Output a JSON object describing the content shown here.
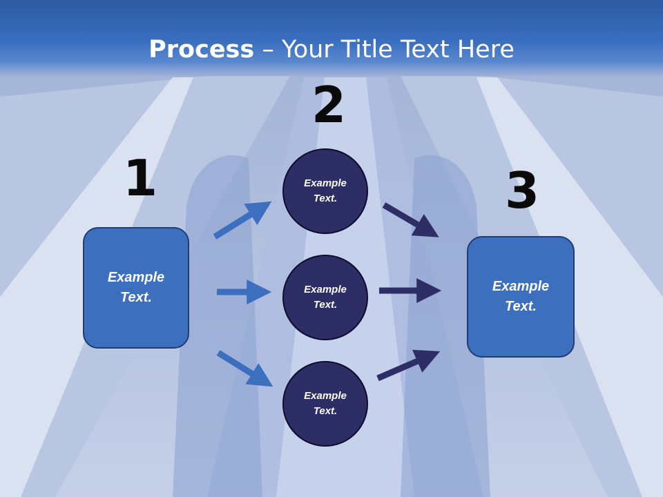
{
  "title": {
    "bold": "Process",
    "rest": " – Your Title Text Here"
  },
  "numbers": {
    "n1": "1",
    "n2": "2",
    "n3": "3"
  },
  "left_box": {
    "text": "Example Text."
  },
  "right_box": {
    "text": "Example Text."
  },
  "circles": [
    {
      "text": "Example Text."
    },
    {
      "text": "Example Text."
    },
    {
      "text": "Example Text."
    }
  ],
  "colors": {
    "header": "#3a6fc0",
    "box_fill": "#3d6fbf",
    "circle_fill": "#2e2e66",
    "arrow_light": "#3d6fbf",
    "arrow_dark": "#2e2e66"
  }
}
